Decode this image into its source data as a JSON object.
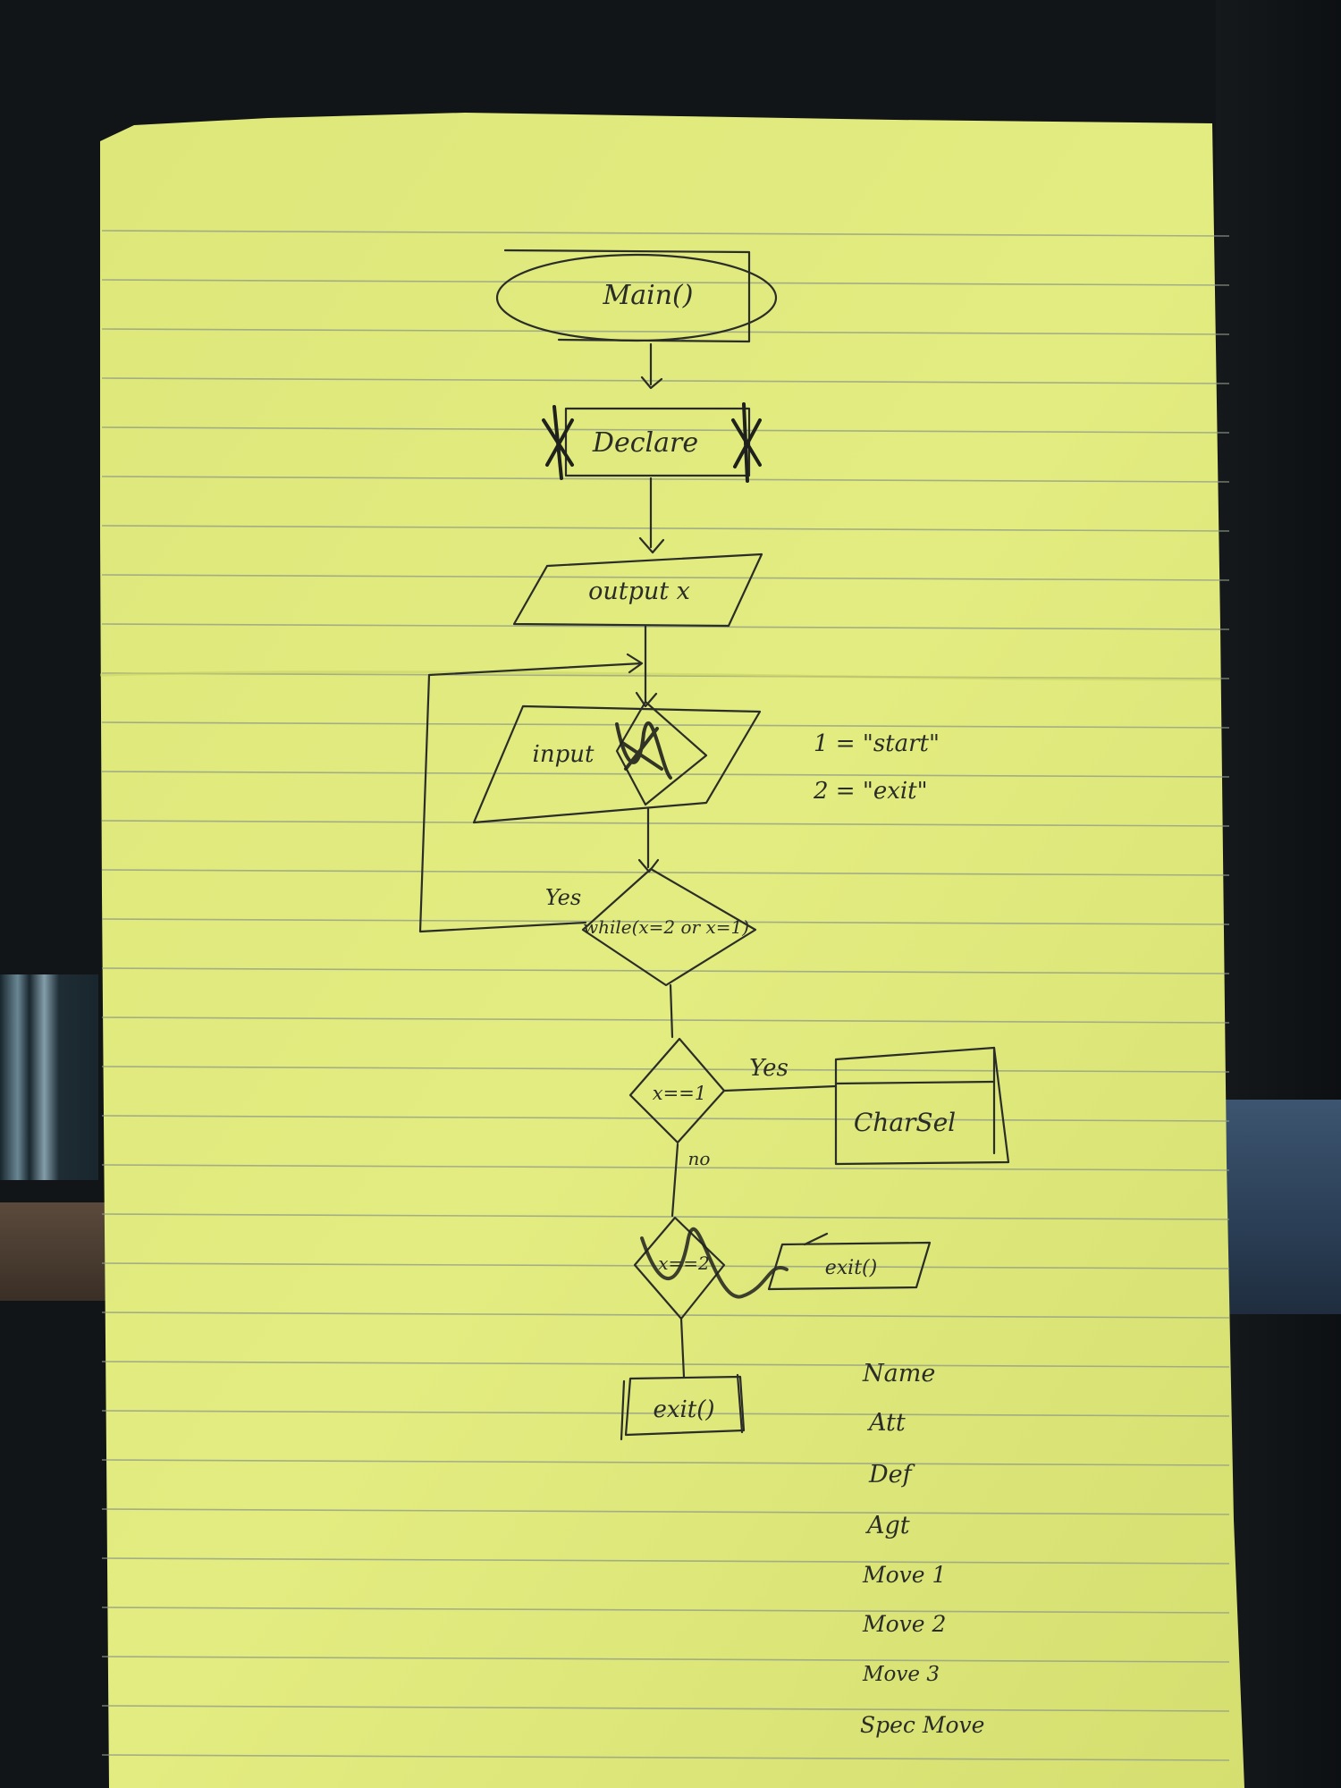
{
  "flowchart": {
    "main": "Main()",
    "declare": "Declare",
    "output": "output  x",
    "input": "input",
    "input_notes": [
      "1 = \"start\"",
      "2 = \"exit\""
    ],
    "loop_condition": "while(x=2 or x=1)",
    "loop_yes": "Yes",
    "check_one": "x==1",
    "check_one_yes": "Yes",
    "check_one_no": "no",
    "charsel": "CharSel",
    "check_two": "x==2",
    "exit_io": "exit()",
    "exit_end": "exit()"
  },
  "side_list": [
    "Name",
    "Att",
    "Def",
    "Agt",
    "Move 1",
    "Move 2",
    "Move 3",
    "Spec Move"
  ],
  "colors": {
    "paper": "#dfe97a",
    "rule_lines": "#8f9a86",
    "ink": "#2b2d28",
    "background": "#121517"
  }
}
